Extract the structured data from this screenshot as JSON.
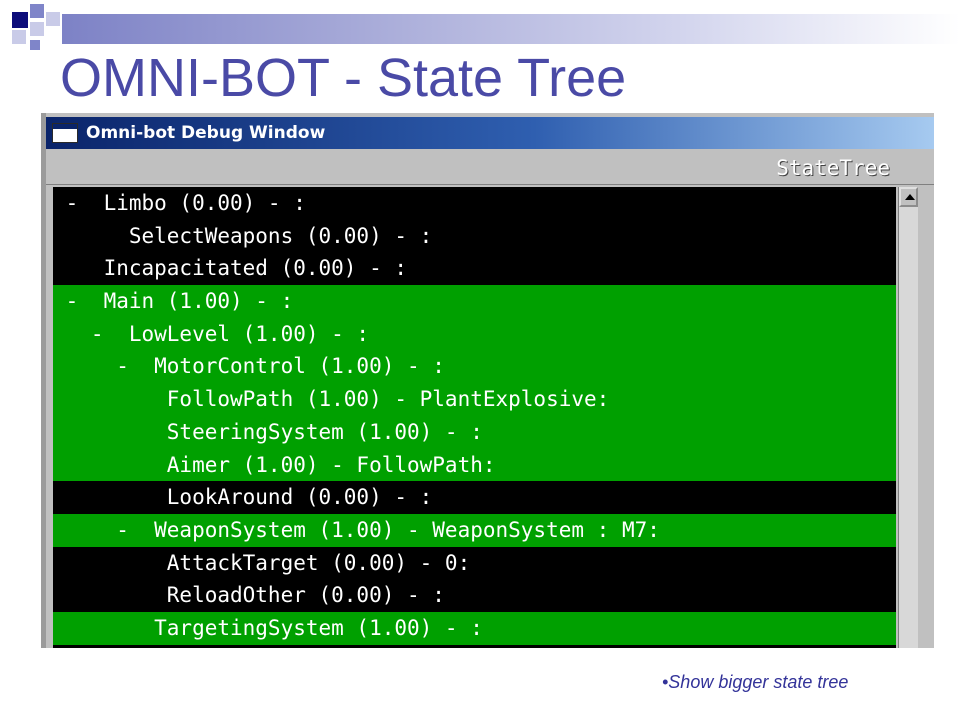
{
  "slide": {
    "title": "OMNI-BOT - State Tree",
    "caption": "•Show bigger state tree",
    "colors": {
      "title": "#4a4aa6",
      "caption": "#333399",
      "active_row": "#00a000",
      "inactive_row": "#000000"
    }
  },
  "window": {
    "title": "Omni-bot Debug Window",
    "icon": "window-icon",
    "panel_label": "StateTree"
  },
  "tree": {
    "rows": [
      {
        "text": " -  Limbo (0.00) - :",
        "active": false
      },
      {
        "text": "      SelectWeapons (0.00) - :",
        "active": false
      },
      {
        "text": "    Incapacitated (0.00) - :",
        "active": false
      },
      {
        "text": " -  Main (1.00) - :",
        "active": false,
        "active_flag": true
      },
      {
        "text": "   -  LowLevel (1.00) - :",
        "active_flag": true
      },
      {
        "text": "     -  MotorControl (1.00) - :",
        "active_flag": true
      },
      {
        "text": "         FollowPath (1.00) - PlantExplosive:",
        "active_flag": true
      },
      {
        "text": "         SteeringSystem (1.00) - :",
        "active_flag": true
      },
      {
        "text": "         Aimer (1.00) - FollowPath:",
        "active_flag": true
      },
      {
        "text": "         LookAround (0.00) - :",
        "active_flag": false
      },
      {
        "text": "     -  WeaponSystem (1.00) - WeaponSystem : M7:",
        "active_flag": true
      },
      {
        "text": "         AttackTarget (0.00) - 0:",
        "active_flag": false
      },
      {
        "text": "         ReloadOther (0.00) - :",
        "active_flag": false
      },
      {
        "text": "        TargetingSystem (1.00) - :",
        "active_flag": true
      }
    ]
  }
}
